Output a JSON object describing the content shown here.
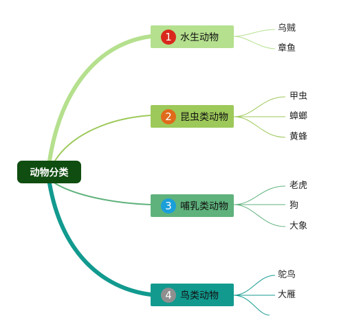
{
  "root": {
    "label": "动物分类"
  },
  "branches": [
    {
      "num": "1",
      "label": "水生动物",
      "color": "#b5e08e",
      "badge_color": "#d9291c",
      "line_color": "#b5e08e",
      "leaves": [
        "乌贼",
        "章鱼",
        ""
      ]
    },
    {
      "num": "2",
      "label": "昆虫类动物",
      "color": "#9dc95a",
      "badge_color": "#e06a1b",
      "line_color": "#9dc95a",
      "leaves": [
        "甲虫",
        "蟑螂",
        "黄蜂"
      ]
    },
    {
      "num": "3",
      "label": "哺乳类动物",
      "color": "#5fb27c",
      "badge_color": "#1b9fd9",
      "line_color": "#5fb27c",
      "leaves": [
        "老虎",
        "狗",
        "大象"
      ]
    },
    {
      "num": "4",
      "label": "鸟类动物",
      "color": "#129a8f",
      "badge_color": "#8f8f8f",
      "line_color": "#129a8f",
      "leaves": [
        "鸵鸟",
        "大雁",
        ""
      ]
    }
  ]
}
